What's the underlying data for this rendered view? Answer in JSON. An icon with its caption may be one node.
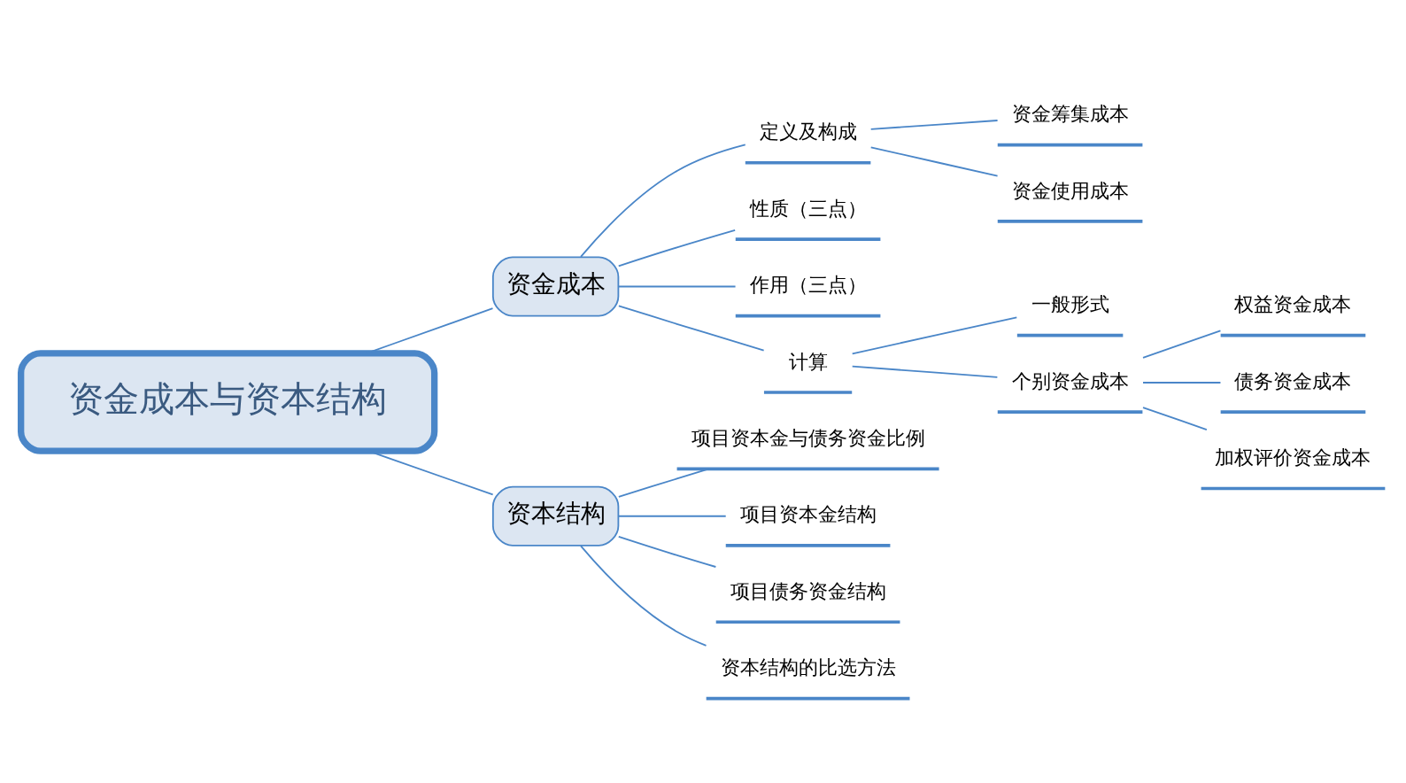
{
  "diagram": {
    "nodes": [
      {
        "text": [
          "资金成本与资本结构"
        ]
      },
      {
        "text": [
          "资金成本"
        ]
      },
      {
        "text": [
          "定义及构成"
        ]
      },
      {
        "text": [
          "资金筹集成本"
        ]
      },
      {
        "text": [
          "资金使用成本"
        ]
      },
      {
        "text": [
          "性质（三点）"
        ]
      },
      {
        "text": [
          "作用（三点）"
        ]
      },
      {
        "text": [
          "计算"
        ]
      },
      {
        "text": [
          "一般形式"
        ]
      },
      {
        "text": [
          "个别资金成本"
        ]
      },
      {
        "text": [
          "权益资金成本"
        ]
      },
      {
        "text": [
          "债务资金成本"
        ]
      },
      {
        "text": [
          "加权评价资金成本"
        ]
      },
      {
        "text": [
          "资本结构"
        ]
      },
      {
        "text": [
          "项目资本金与债务资金比例"
        ]
      },
      {
        "text": [
          "项目资本金结构"
        ]
      },
      {
        "text": [
          "项目债务资金结构"
        ]
      },
      {
        "text": [
          "资本结构的比选方法"
        ]
      }
    ],
    "edges": [
      {
        "from": 0,
        "to": 1,
        "arrow": "none"
      },
      {
        "from": 1,
        "to": 2,
        "arrow": "none"
      },
      {
        "from": 2,
        "to": 3,
        "arrow": "none"
      },
      {
        "from": 2,
        "to": 4,
        "arrow": "none"
      },
      {
        "from": 1,
        "to": 5,
        "arrow": "none"
      },
      {
        "from": 1,
        "to": 6,
        "arrow": "none"
      },
      {
        "from": 1,
        "to": 7,
        "arrow": "none"
      },
      {
        "from": 7,
        "to": 8,
        "arrow": "none"
      },
      {
        "from": 7,
        "to": 9,
        "arrow": "none"
      },
      {
        "from": 9,
        "to": 10,
        "arrow": "none"
      },
      {
        "from": 9,
        "to": 11,
        "arrow": "none"
      },
      {
        "from": 9,
        "to": 12,
        "arrow": "none"
      },
      {
        "from": 0,
        "to": 13,
        "arrow": "none"
      },
      {
        "from": 13,
        "to": 14,
        "arrow": "none"
      },
      {
        "from": 13,
        "to": 15,
        "arrow": "none"
      },
      {
        "from": 13,
        "to": 16,
        "arrow": "none"
      },
      {
        "from": 13,
        "to": 17,
        "arrow": "none"
      }
    ]
  }
}
